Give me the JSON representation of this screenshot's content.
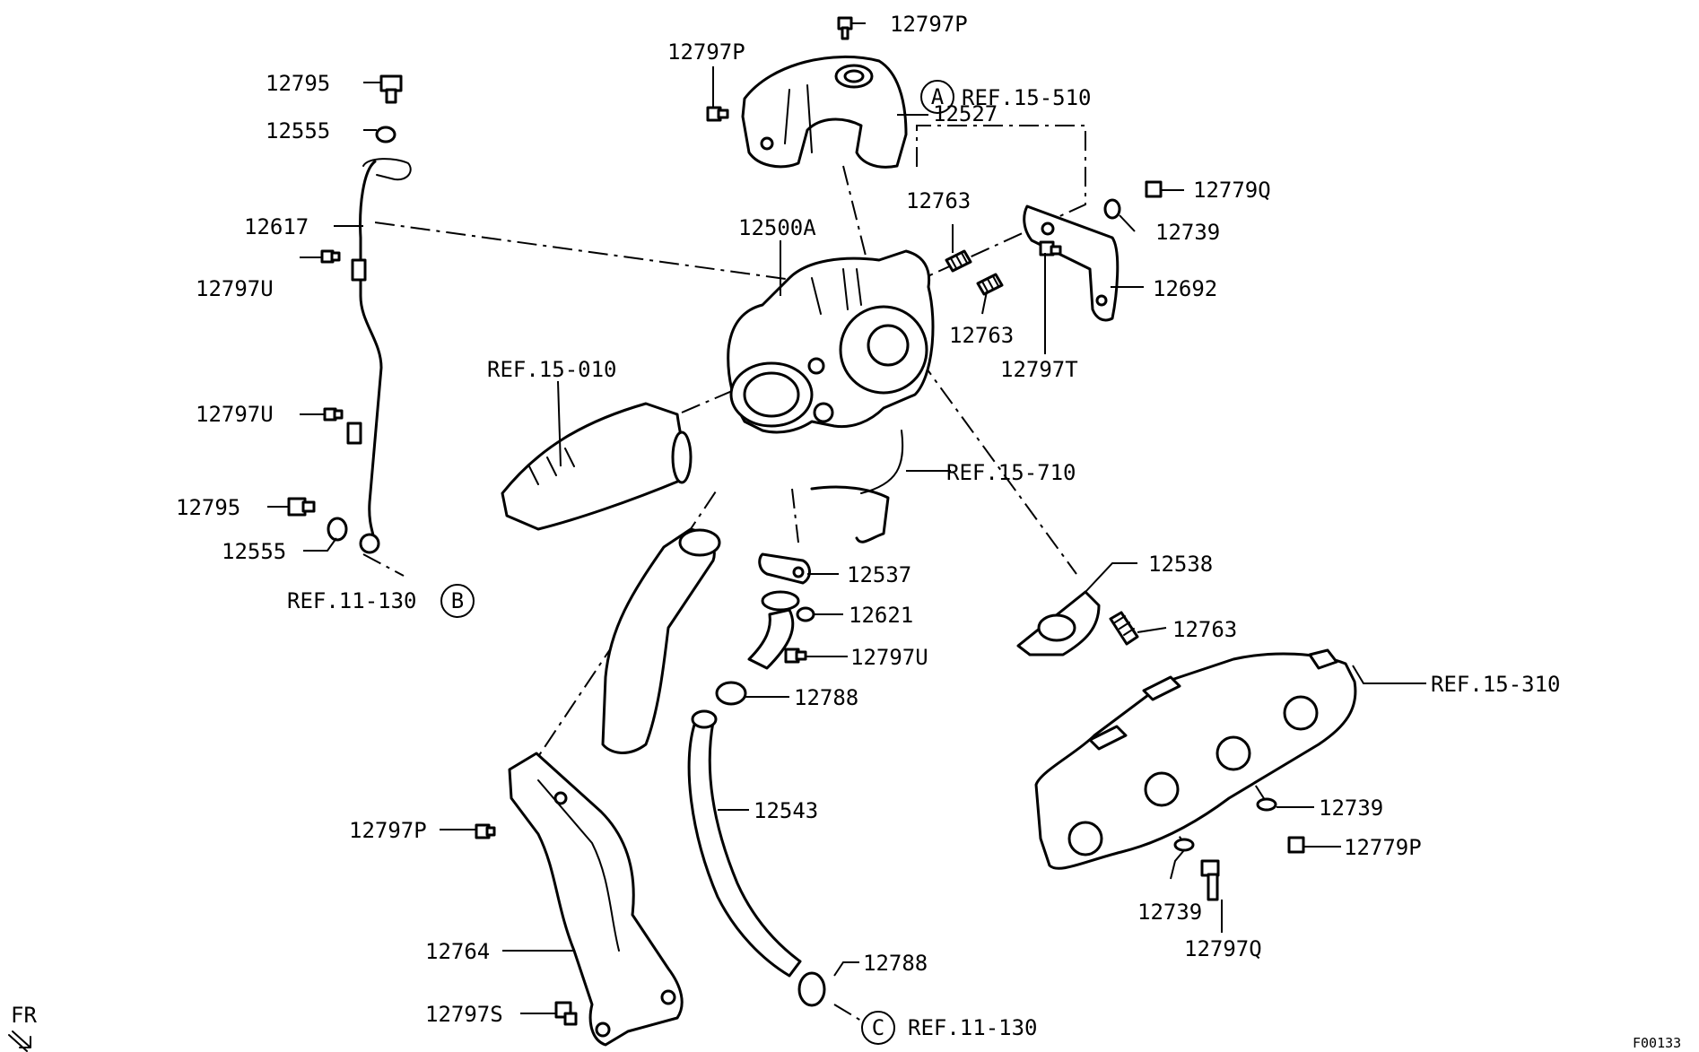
{
  "labels": {
    "p12797P_top": "12797P",
    "p12797P_left": "12797P",
    "p12527": "12527",
    "ref15510": "REF.15-510",
    "calloutA": "A",
    "p12779Q": "12779Q",
    "p12739_top": "12739",
    "p12692": "12692",
    "p12763_a": "12763",
    "p12763_b": "12763",
    "p12797T": "12797T",
    "p12500A": "12500A",
    "p12795_top": "12795",
    "p12555_top": "12555",
    "p12617": "12617",
    "p12797U_a": "12797U",
    "p12797U_b": "12797U",
    "ref15010": "REF.15-010",
    "p12795_bot": "12795",
    "p12555_bot": "12555",
    "ref11130_B": "REF.11-130",
    "calloutB": "B",
    "ref15710": "REF.15-710",
    "p12537": "12537",
    "p12621": "12621",
    "p12797U_c": "12797U",
    "p12788_a": "12788",
    "p12538": "12538",
    "p12763_c": "12763",
    "ref15310": "REF.15-310",
    "p12543": "12543",
    "p12797P_bot": "12797P",
    "p12764": "12764",
    "p12797S": "12797S",
    "p12788_b": "12788",
    "calloutC": "C",
    "ref11130_C": "REF.11-130",
    "p12739_mid": "12739",
    "p12779P": "12779P",
    "p12739_bot": "12739",
    "p12797Q": "12797Q",
    "fr": "FR",
    "figure_code": "F00133"
  }
}
